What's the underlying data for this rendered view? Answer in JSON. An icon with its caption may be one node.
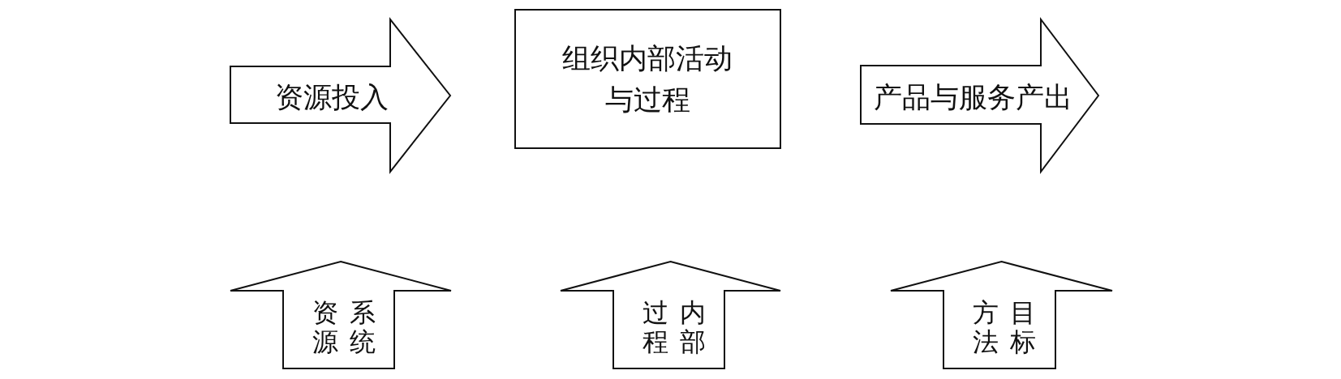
{
  "diagram": {
    "nodes": [
      {
        "text": [
          "资源投入"
        ]
      },
      {
        "text": [
          "组织内部活动与过程"
        ]
      },
      {
        "text": [
          "产品与服务产出"
        ]
      },
      {
        "text": [
          "系统资源"
        ]
      },
      {
        "text": [
          "内部过程"
        ]
      },
      {
        "text": [
          "目标方法"
        ]
      }
    ]
  }
}
